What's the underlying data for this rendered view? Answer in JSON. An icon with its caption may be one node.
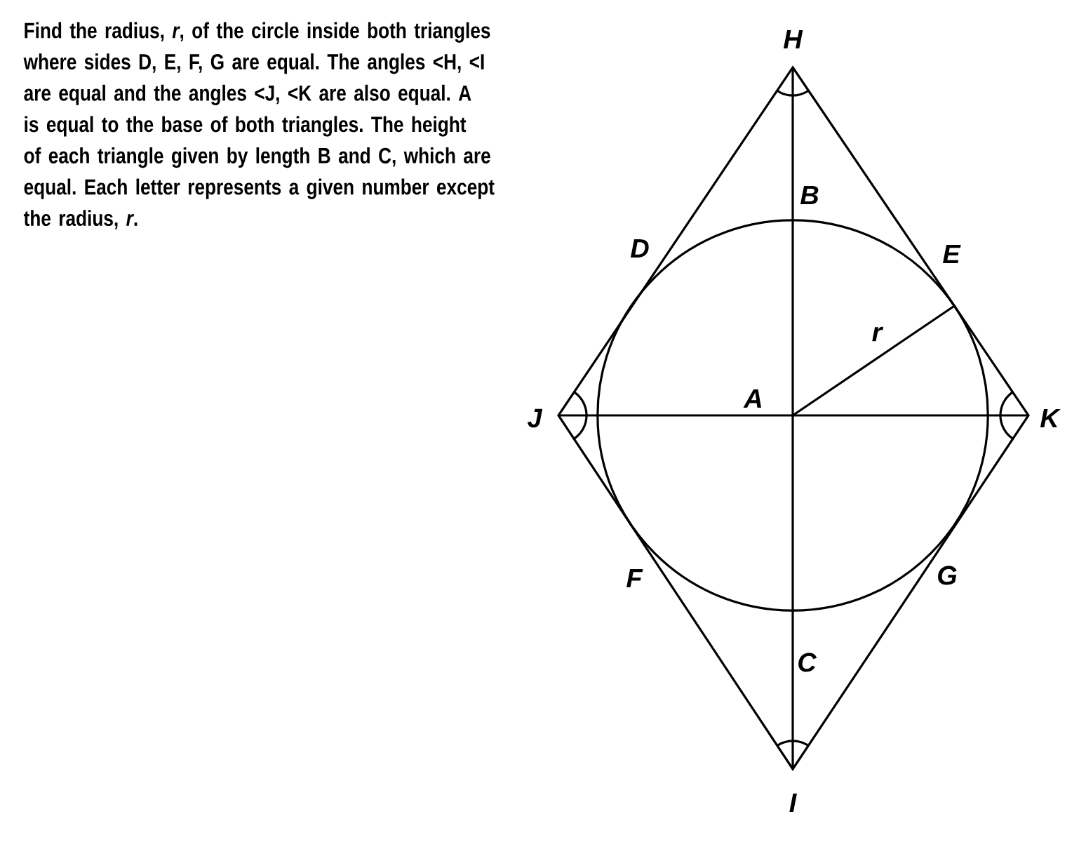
{
  "diagram": {
    "labels": [
      "Find the radius, *r*, of the circle inside both triangles where sides D, E, F, G are equal. The angles <H, <I are equal and the angles <J, <K are also equal. A is equal to the base of both triangles. The height of each triangle given by length B and C, which are equal. Each letter represents a given number except the radius, *r*.",
      "H",
      "B",
      "D",
      "E",
      "r",
      "J",
      "A",
      "K",
      "F",
      "G",
      "C",
      "I"
    ]
  }
}
